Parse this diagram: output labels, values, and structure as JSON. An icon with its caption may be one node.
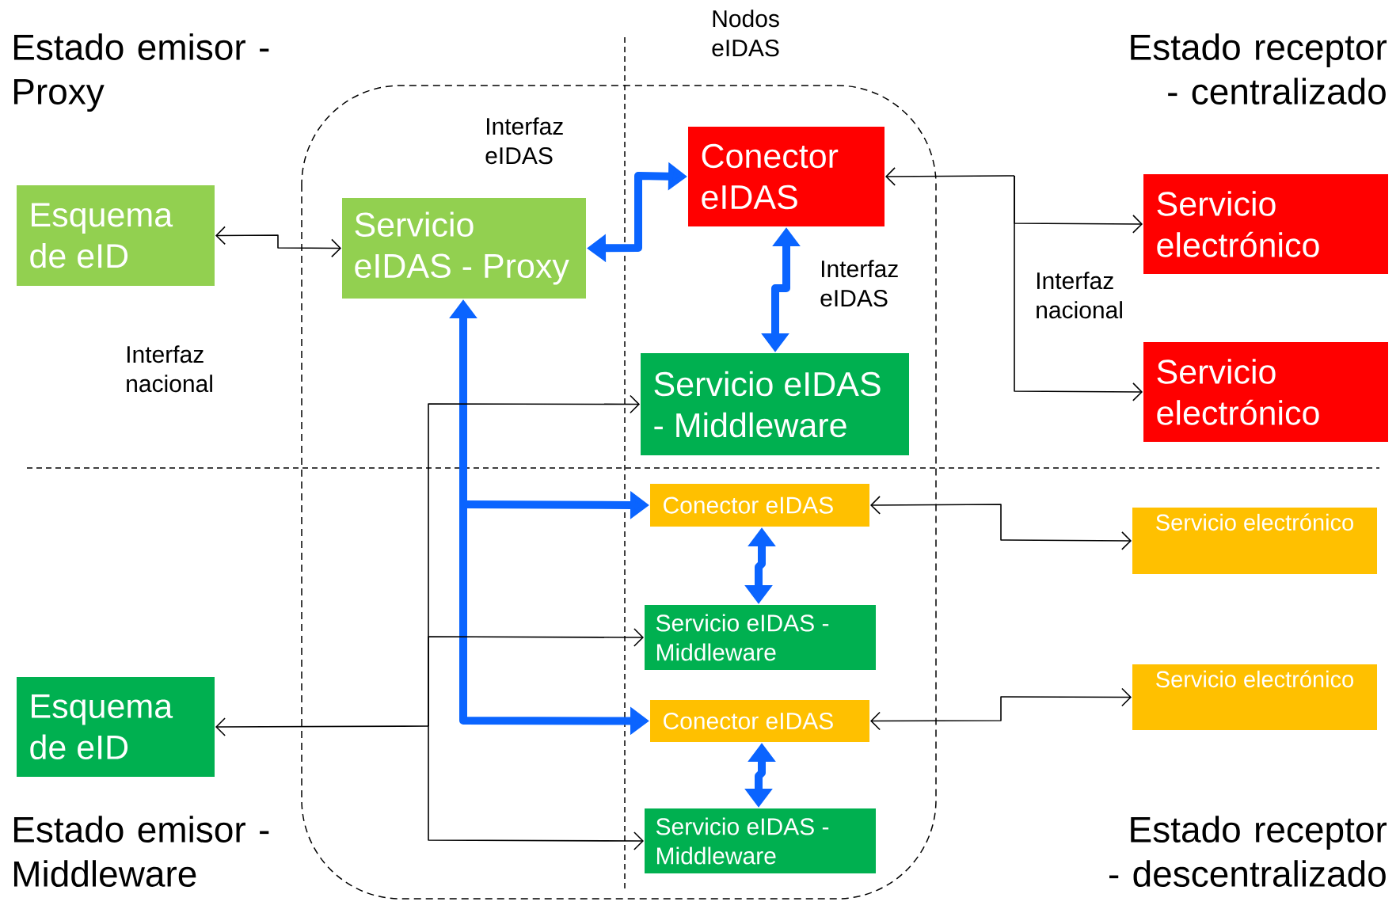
{
  "diagram": {
    "nodes": [
      {
        "text": [
          "Esquema de eID"
        ]
      },
      {
        "text": [
          "Servicio eIDAS - Proxy"
        ]
      },
      {
        "text": [
          "Conector eIDAS"
        ]
      },
      {
        "text": [
          "Servicio eIDAS - Middleware"
        ]
      },
      {
        "text": [
          "Servicio electrónico"
        ]
      },
      {
        "text": [
          "Servicio electrónico"
        ]
      },
      {
        "text": [
          "Conector eIDAS"
        ]
      },
      {
        "text": [
          "Servicio electrónico"
        ]
      },
      {
        "text": [
          "Servicio eIDAS - Middleware"
        ]
      },
      {
        "text": [
          "Esquema de eID"
        ]
      },
      {
        "text": [
          "Conector eIDAS"
        ]
      },
      {
        "text": [
          "Servicio electrónico"
        ]
      },
      {
        "text": [
          "Servicio eIDAS - Middleware"
        ]
      }
    ],
    "edges": [
      {
        "from": 0,
        "to": 1,
        "arrow": "both"
      },
      {
        "from": 1,
        "to": 2,
        "arrow": "both",
        "style": "thick",
        "color": "#0a64ff"
      },
      {
        "from": 2,
        "to": 3,
        "arrow": "both",
        "style": "thick",
        "color": "#0a64ff"
      },
      {
        "from": 2,
        "to": 4,
        "arrow": "both"
      },
      {
        "from": 2,
        "to": 5,
        "arrow": "both"
      },
      {
        "from": 1,
        "to": 6,
        "arrow": "both",
        "style": "thick",
        "color": "#0a64ff"
      },
      {
        "from": 1,
        "to": 10,
        "arrow": "both",
        "style": "thick",
        "color": "#0a64ff"
      },
      {
        "from": 6,
        "to": 7,
        "arrow": "both"
      },
      {
        "from": 10,
        "to": 11,
        "arrow": "both"
      },
      {
        "from": 6,
        "to": 8,
        "arrow": "both",
        "style": "thick",
        "color": "#0a64ff"
      },
      {
        "from": 10,
        "to": 12,
        "arrow": "both",
        "style": "thick",
        "color": "#0a64ff"
      },
      {
        "from": 9,
        "to": 3,
        "arrow": "both"
      },
      {
        "from": 9,
        "to": 8,
        "arrow": "both"
      },
      {
        "from": 9,
        "to": 12,
        "arrow": "both"
      }
    ],
    "labels": [
      "Estado emisor - Proxy",
      "Nodos eIDAS",
      "Estado receptor - centralizado",
      "Interfaz eIDAS",
      "Interfaz eIDAS",
      "Interfaz nacional",
      "Interfaz nacional",
      "Estado emisor - Middleware",
      "Estado receptor - descentralizado"
    ]
  }
}
